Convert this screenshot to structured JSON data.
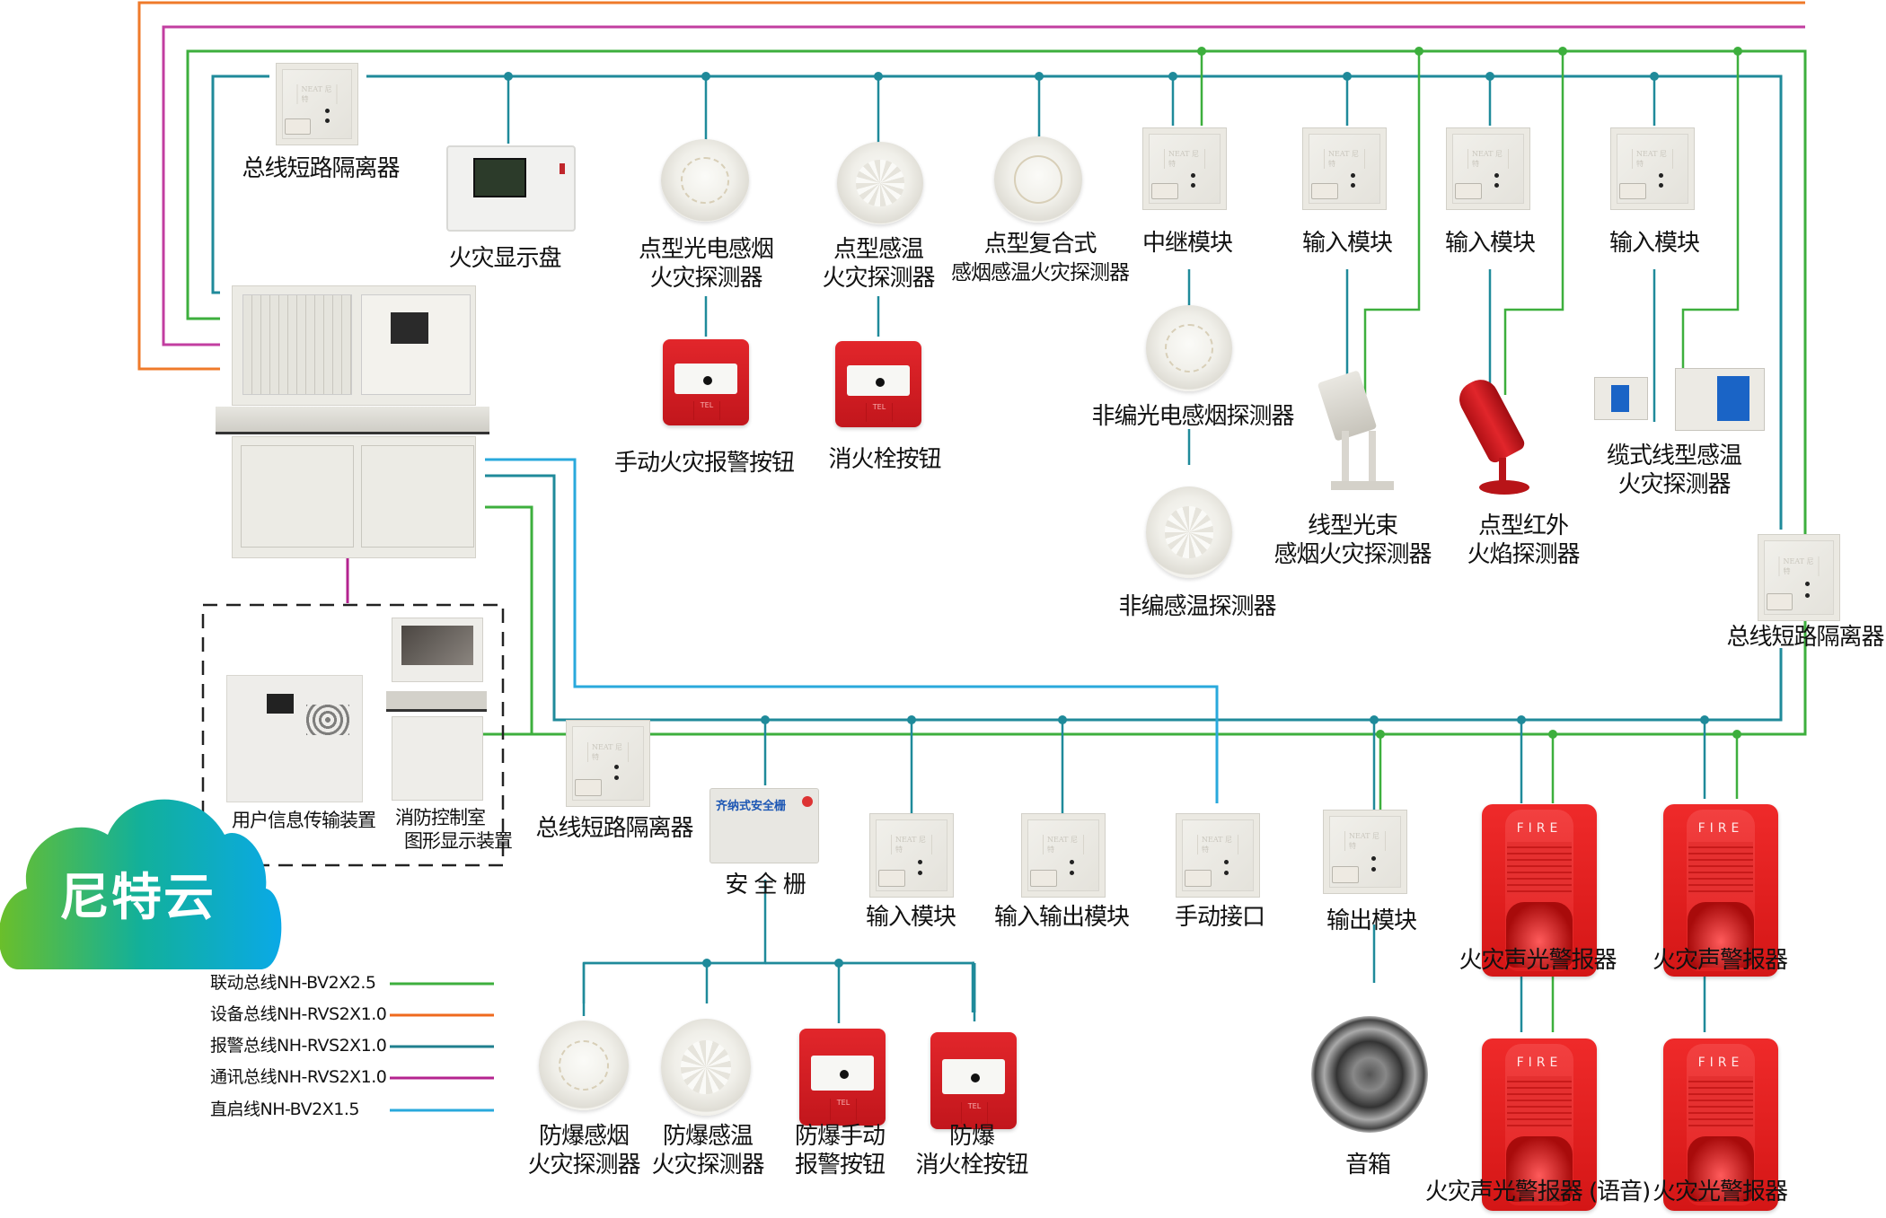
{
  "title": "火灾自动报警系统图",
  "cloud": {
    "label": "尼特云"
  },
  "legend": [
    {
      "label": "联动总线NH-BV2X2.5",
      "color": "#3daf3d"
    },
    {
      "label": "设备总线NH-RVS2X1.0",
      "color": "#ef6a1d"
    },
    {
      "label": "报警总线NH-RVS2X1.0",
      "color": "#1f7f8e"
    },
    {
      "label": "通讯总线NH-RVS2X1.0",
      "color": "#b4238f"
    },
    {
      "label": "直启线NH-BV2X1.5",
      "color": "#29a9dc"
    }
  ],
  "colors": {
    "linkage": "#3daf3d",
    "equipment": "#ef6a1d",
    "alarm": "#1f7f8e",
    "comm": "#c23ea0",
    "direct": "#29a9dc"
  },
  "devices": {
    "isolator_top": "总线短路隔离器",
    "fire_display": "火灾显示盘",
    "smoke_detector": [
      "点型光电感烟",
      "火灾探测器"
    ],
    "heat_detector": [
      "点型感温",
      "火灾探测器"
    ],
    "composite_detector": [
      "点型复合式",
      "感烟感温火灾探测器"
    ],
    "relay_module": "中继模块",
    "input_module_1": "输入模块",
    "input_module_2": "输入模块",
    "input_module_3": "输入模块",
    "manual_alarm_button": "手动火灾报警按钮",
    "hydrant_button": "消火栓按钮",
    "noncoded_smoke": "非编光电感烟探测器",
    "noncoded_heat": "非编感温探测器",
    "beam_detector": [
      "线型光束",
      "感烟火灾探测器"
    ],
    "flame_detector": [
      "点型红外",
      "火焰探测器"
    ],
    "cable_heat_detector": [
      "缆式线型感温",
      "火灾探测器"
    ],
    "isolator_right": "总线短路隔离器",
    "user_info_device": "用户信息传输装置",
    "graphic_display": [
      "消防控制室",
      "图形显示装置"
    ],
    "isolator_bottom": "总线短路隔离器",
    "safety_barrier": "安 全 栅",
    "safety_barrier_plate": "齐纳式安全栅",
    "input_module_4": "输入模块",
    "io_module": "输入输出模块",
    "manual_interface": "手动接口",
    "output_module": "输出模块",
    "speaker": "音箱",
    "sound_light_alarm": "火灾声光警报器",
    "sound_alarm": "火灾声警报器",
    "sound_light_alarm_voice": "火灾声光警报器 (语音)",
    "light_alarm": "火灾光警报器",
    "exproof_smoke": [
      "防爆感烟",
      "火灾探测器"
    ],
    "exproof_heat": [
      "防爆感温",
      "火灾探测器"
    ],
    "exproof_manual": [
      "防爆手动",
      "报警按钮"
    ],
    "exproof_hydrant": [
      "防爆",
      "消火栓按钮"
    ],
    "siren_text": "FIRE",
    "brand": "NEAT 尼特",
    "tel": "TEL"
  }
}
